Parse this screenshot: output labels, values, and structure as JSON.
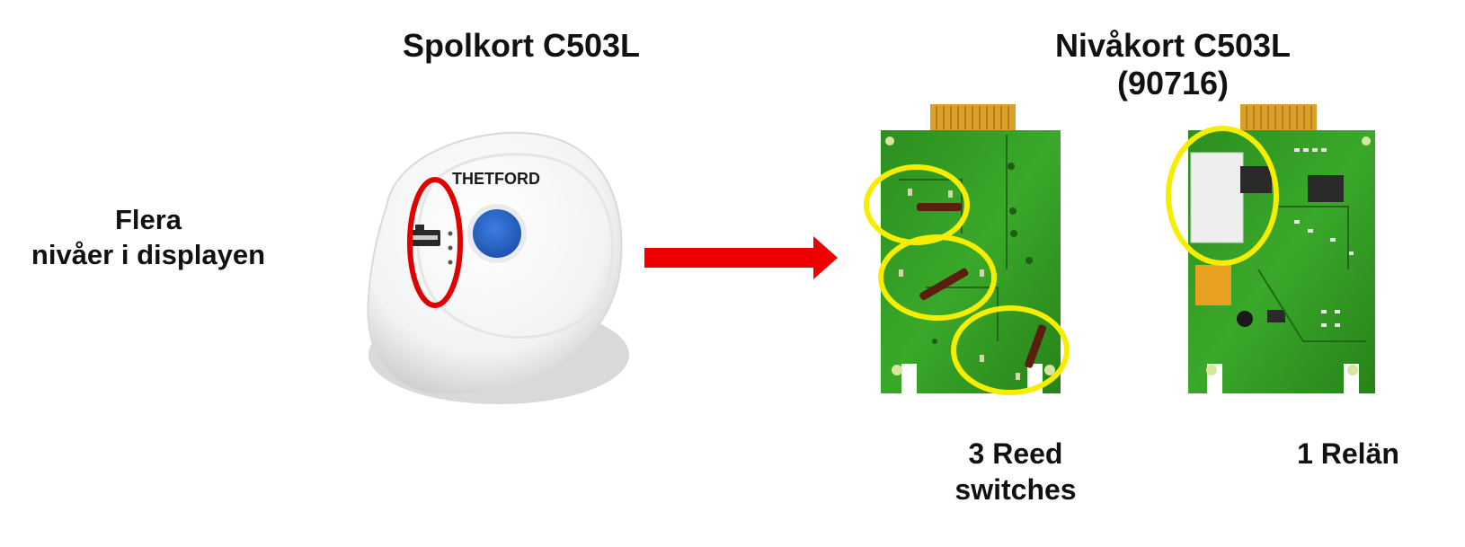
{
  "titles": {
    "spolkort": "Spolkort C503L",
    "nivakort_line1": "Nivåkort C503L",
    "nivakort_line2": "(90716)"
  },
  "side_label": {
    "line1": "Flera",
    "line2": "nivåer i displayen"
  },
  "device": {
    "brand_logo": "THETFORD"
  },
  "captions": {
    "reed_line1": "3 Reed",
    "reed_line2": "switches",
    "relay": "1 Relän"
  },
  "colors": {
    "highlight_red": "#e00000",
    "highlight_yellow": "#f5ee00",
    "arrow": "#ee0000",
    "pcb_green": "#2f9a22",
    "button_blue": "#1f5fc0"
  }
}
